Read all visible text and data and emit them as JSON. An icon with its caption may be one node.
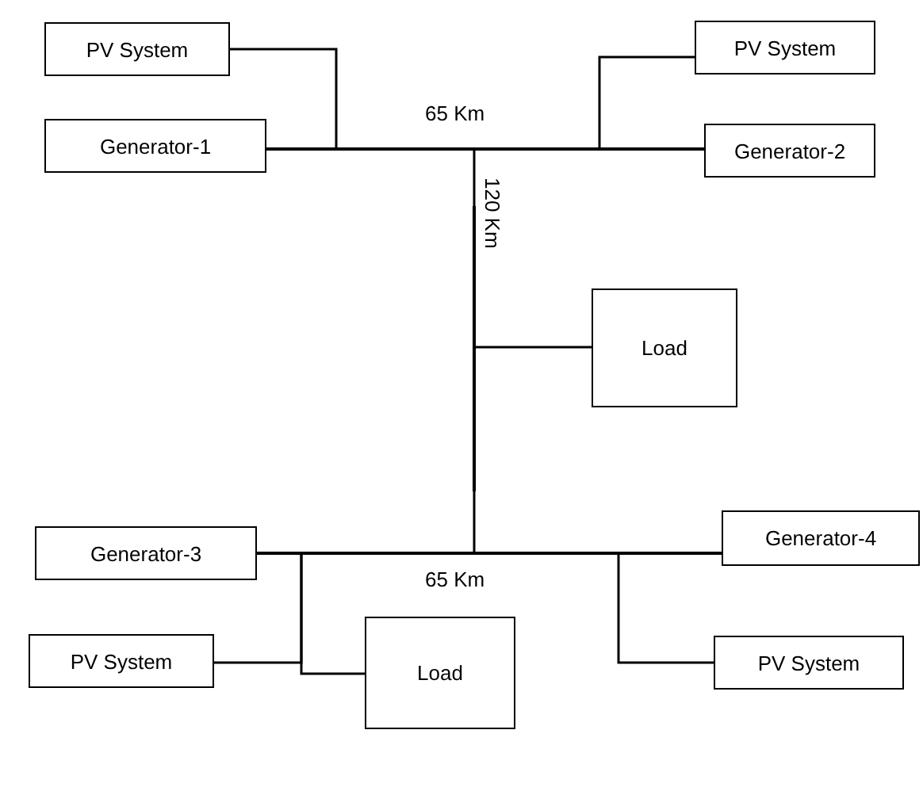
{
  "diagram": {
    "nodes": [
      {
        "text": [
          "PV System"
        ]
      },
      {
        "text": [
          "Generator-1"
        ]
      },
      {
        "text": [],
        "shape": "bar",
        "beside": [
          "65 Km"
        ]
      },
      {
        "text": [
          "PV System"
        ]
      },
      {
        "text": [
          "Generator-2"
        ]
      },
      {
        "text": [],
        "shape": "bar",
        "beside": [
          "120 Km"
        ]
      },
      {
        "text": [
          "Load"
        ]
      },
      {
        "text": [
          "Generator-3"
        ]
      },
      {
        "text": [],
        "shape": "bar",
        "beside": [
          "65 Km"
        ]
      },
      {
        "text": [
          "Generator-4"
        ]
      },
      {
        "text": [
          "PV System"
        ]
      },
      {
        "text": [
          "Load"
        ]
      },
      {
        "text": [
          "PV System"
        ]
      }
    ],
    "edges": [
      {
        "from": 0,
        "to": 2,
        "arrow": "none"
      },
      {
        "from": 1,
        "to": 2,
        "arrow": "none"
      },
      {
        "from": 3,
        "to": 2,
        "arrow": "none"
      },
      {
        "from": 4,
        "to": 2,
        "arrow": "none"
      },
      {
        "from": 2,
        "to": 5,
        "arrow": "none"
      },
      {
        "from": 6,
        "to": 5,
        "arrow": "none"
      },
      {
        "from": 5,
        "to": 8,
        "arrow": "none"
      },
      {
        "from": 7,
        "to": 8,
        "arrow": "none"
      },
      {
        "from": 9,
        "to": 8,
        "arrow": "none"
      },
      {
        "from": 10,
        "to": 8,
        "arrow": "none"
      },
      {
        "from": 11,
        "to": 8,
        "arrow": "none"
      },
      {
        "from": 12,
        "to": 8,
        "arrow": "none"
      }
    ]
  }
}
